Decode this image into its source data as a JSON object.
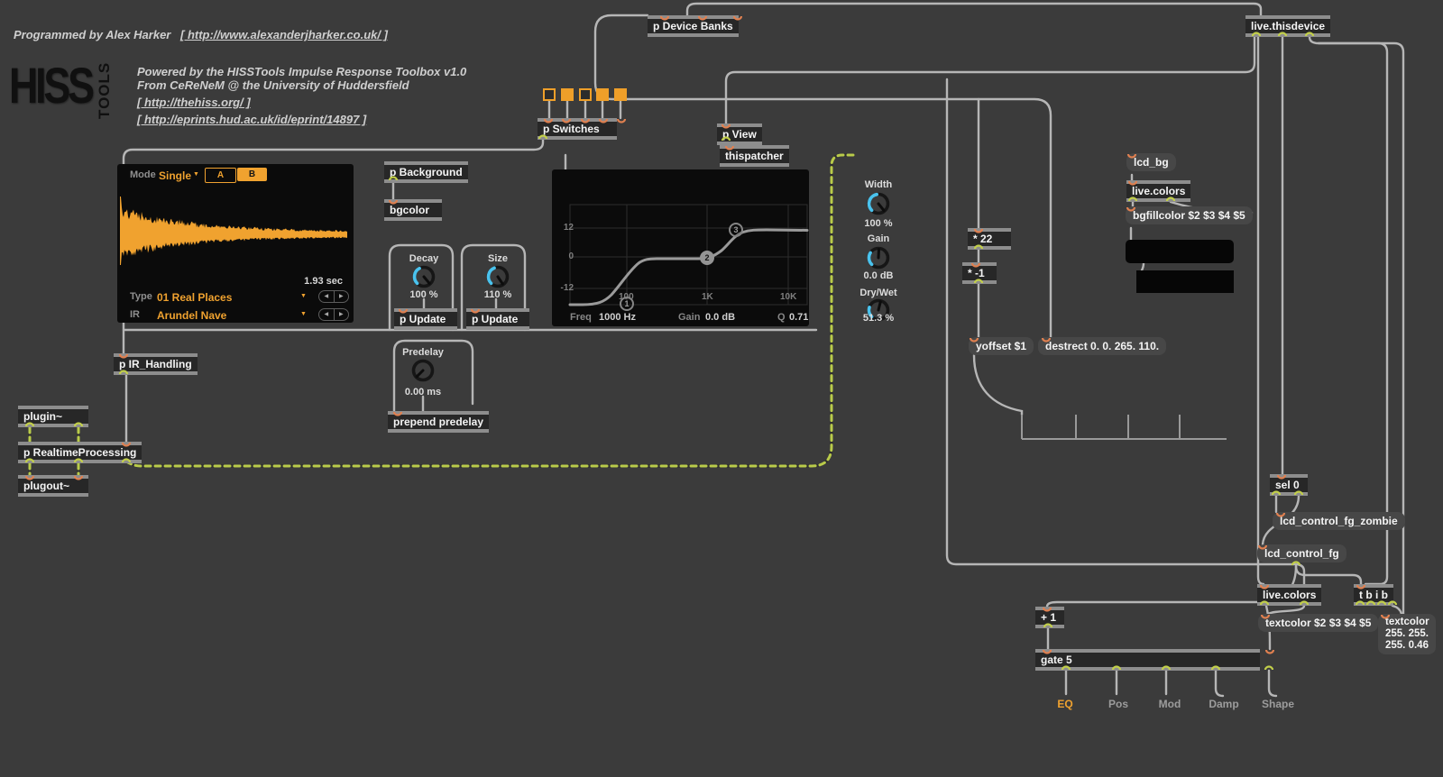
{
  "window": {
    "bg": "#3b3b3b"
  },
  "colors": {
    "accent": "#f0a22f",
    "knob": "#4ac3ee",
    "signal": "#b9cb4a",
    "cable": "#b6b6b6"
  },
  "icons": {
    "caret_down": "▼",
    "arrow_left": "◀",
    "arrow_right": "▶"
  },
  "header": {
    "credit": "Programmed by Alex Harker",
    "credit_link": "[ http://www.alexanderjharker.co.uk/ ]",
    "logo_main": "HISS",
    "logo_sub": "TOOLS",
    "powered1": "Powered by the HISSTools Impulse Response Toolbox v1.0",
    "powered2": "From CeReNeM @ the University of Huddersfield",
    "link1": "[ http://thehiss.org/ ]",
    "link2": "[ http://eprints.hud.ac.uk/id/eprint/14897 ]"
  },
  "boxes": {
    "device_banks": "p Device Banks",
    "switches": "p Switches",
    "view": "p View",
    "thispatcher": "thispatcher",
    "live_thisdevice": "live.thisdevice",
    "background": "p Background",
    "bgcolor": "bgcolor",
    "update1": "p Update",
    "update2": "p Update",
    "prepend": "prepend predelay",
    "ir_handling": "p IR_Handling",
    "plugin": "plugin~",
    "realtime": "p RealtimeProcessing",
    "plugout": "plugout~",
    "lcd_bg": "lcd_bg",
    "live_colors1": "live.colors",
    "bgfillcolor": "bgfillcolor $2 $3 $4 $5",
    "mul22": "* 22",
    "mulneg1": "* -1",
    "yoffset": "yoffset $1",
    "destrect": "destrect 0. 0. 265. 110.",
    "sel0": "sel 0",
    "zombie": "lcd_control_fg_zombie",
    "lcd_control_fg": "lcd_control_fg",
    "live_colors2": "live.colors",
    "tbib": "t b i b",
    "textcolor_args": "textcolor $2 $3 $4 $5",
    "textcolor_line1": "textcolor",
    "textcolor_line2": "255. 255.",
    "textcolor_line3": "255. 0.46",
    "plus1": "+ 1",
    "gate5": "gate 5"
  },
  "switches": {
    "toggle_states": [
      "off",
      "on",
      "off",
      "on",
      "on"
    ]
  },
  "wave": {
    "mode_label": "Mode",
    "mode_value": "Single",
    "btn_a": "A",
    "btn_b": "B",
    "duration": "1.93 sec",
    "type_label": "Type",
    "type_value": "01 Real Places",
    "ir_label": "IR",
    "ir_value": "Arundel Nave"
  },
  "eq": {
    "y_ticks": [
      "12",
      "0",
      "-12"
    ],
    "x_ticks": [
      "100",
      "1K",
      "10K"
    ],
    "nodes": [
      "1",
      "2",
      "3"
    ],
    "freq_label": "Freq",
    "freq_value": "1000 Hz",
    "gain_label": "Gain",
    "gain_value": "0.0 dB",
    "q_label": "Q",
    "q_value": "0.71"
  },
  "knobs": {
    "width": {
      "label": "Width",
      "value": "100 %"
    },
    "gain": {
      "label": "Gain",
      "value": "0.0 dB"
    },
    "drywet": {
      "label": "Dry/Wet",
      "value": "51.3 %"
    },
    "decay": {
      "label": "Decay",
      "value": "100 %"
    },
    "size": {
      "label": "Size",
      "value": "110 %"
    },
    "predelay": {
      "label": "Predelay",
      "value": "0.00 ms"
    }
  },
  "tabs": [
    {
      "label": "EQ"
    },
    {
      "label": "Pos"
    },
    {
      "label": "Mod"
    },
    {
      "label": "Damp"
    },
    {
      "label": "Shape"
    }
  ]
}
